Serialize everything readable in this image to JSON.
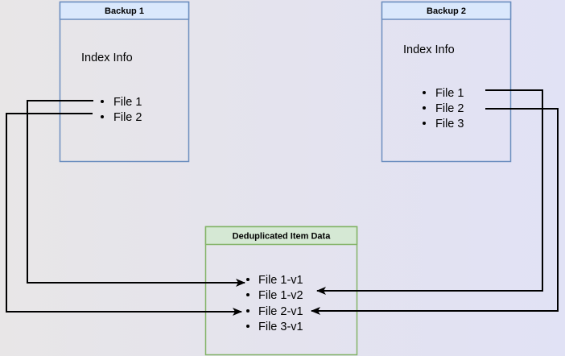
{
  "backup1": {
    "title": "Backup 1",
    "subtitle": "Index Info",
    "items": [
      "File 1",
      "File 2"
    ]
  },
  "backup2": {
    "title": "Backup 2",
    "subtitle": "Index Info",
    "items": [
      "File 1",
      "File 2",
      "File 3"
    ]
  },
  "dedup": {
    "title": "Deduplicated Item Data",
    "items": [
      "File 1-v1",
      "File 1-v2",
      "File 2-v1",
      "File 3-v1"
    ]
  },
  "colors": {
    "backup_stroke": "#6c8ebf",
    "backup_header": "#dae8fc",
    "dedup_stroke": "#82b366",
    "dedup_header": "#d5e8d4",
    "edge": "#000000"
  }
}
